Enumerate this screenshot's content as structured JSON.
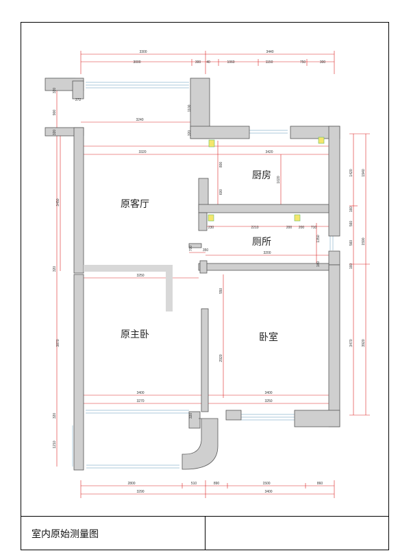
{
  "title": "室内原始测量图",
  "rooms": {
    "living": "原客厅",
    "kitchen": "厨房",
    "toilet": "厕所",
    "master": "原主卧",
    "bedroom": "卧室"
  },
  "dims": {
    "top_total_left": "3300",
    "top_total_right": "3440",
    "top_seg": [
      "3000",
      "300",
      "40",
      "1060",
      "1150",
      "750",
      "300"
    ],
    "living_top": "3240",
    "living_in": "3320",
    "kitchen_w": "3420",
    "toilet_seg": [
      "230",
      "2210",
      "200",
      "200",
      "710"
    ],
    "toilet_w": "3200",
    "bath_350": "350",
    "master_top": "3250",
    "bottom_in_left": "3400",
    "bottom_in_right": "3400",
    "bottom_mid_left": "3270",
    "bottom_mid_right": "3250",
    "bottom_seg": [
      "2800",
      "510",
      "890",
      "1500",
      "860"
    ],
    "bottom_total_left": "3290",
    "bottom_total_right": "3400",
    "left_vert": [
      "320",
      "272",
      "900",
      "320",
      "3450",
      "320",
      "3870",
      "320",
      "1210"
    ],
    "mid_vert": [
      "1100",
      "320",
      "800",
      "600",
      "1020",
      "700",
      "550",
      "2920",
      "320",
      "1350",
      "160"
    ],
    "right_vert": [
      "1420",
      "1940",
      "160",
      "560",
      "560",
      "1590",
      "160",
      "3470",
      "3920"
    ]
  }
}
